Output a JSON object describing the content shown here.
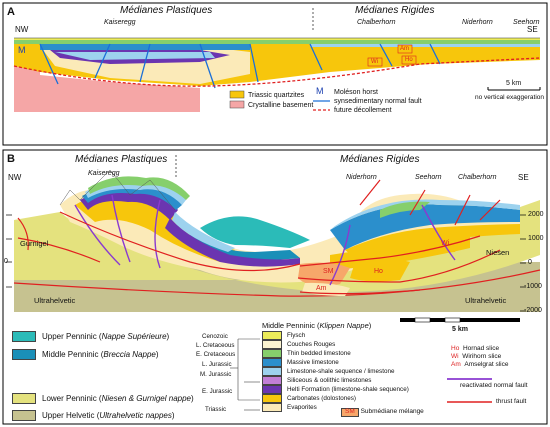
{
  "panelA": {
    "letter": "A",
    "title_left": "Médianes Plastiques",
    "title_right": "Médianes Rigides",
    "nw": "NW",
    "se": "SE",
    "places": {
      "kaiseregg": "Kaiseregg",
      "chalberhorn": "Chalberhorn",
      "niderhorn": "Niderhorn",
      "seehorn": "Seehorn"
    },
    "tag_m": "M",
    "slices": {
      "am": "Am",
      "wi": "Wi",
      "ho": "Ho"
    },
    "legend": {
      "moleson_m": "M",
      "moleson": "Moléson horst",
      "syn_fault": "synsedimentary normal fault",
      "decollement": "future décollement",
      "triassic": "Triassic quartzites",
      "crystalline": "Crystalline basement"
    },
    "scale": "5 km",
    "exaggeration": "no vertical exaggeration"
  },
  "panelB": {
    "letter": "B",
    "title_left": "Médianes Plastiques",
    "title_right": "Médianes Rigides",
    "nw": "NW",
    "se": "SE",
    "places": {
      "kaiseregg": "Kaiseregg",
      "niderhorn": "Niderhorn",
      "seehorn": "Seehorn",
      "chalberhorn": "Chalberhorn"
    },
    "units": {
      "gurnigel": "Gurnigel",
      "niesen": "Niesen",
      "ultra_left": "Ultrahelvetic",
      "ultra_right": "Ultrahelvetic"
    },
    "slices": {
      "sm": "SM",
      "ho": "Ho",
      "wi": "Wi",
      "am": "Am"
    },
    "axis_left": [
      "0"
    ],
    "axis_right": [
      "2000",
      "1000",
      "0",
      "-1000",
      "-2000"
    ],
    "scale": "5 km"
  },
  "legend_left": [
    {
      "name": "Upper Penninic",
      "sub": "Nappe Supérieure",
      "color": "#2bbbb8"
    },
    {
      "name": "Middle Penninic",
      "sub": "Breccia Nappe",
      "color": "#1a8fb8"
    },
    {
      "name": "Lower Penninic",
      "sub": "Niesen & Gurnigel nappe",
      "color": "#e4e27e"
    },
    {
      "name": "Upper Helvetic",
      "sub": "Ultrahelvetic nappes",
      "color": "#c6c290"
    }
  ],
  "legend_middle": {
    "title": "Middle Penninic (",
    "title_italic": "Klippen Nappe",
    "title_end": ")",
    "ages": [
      "Cenozoic",
      "L. Cretaceous",
      "E. Cretaceous",
      "L. Jurassic",
      "M. Jurassic",
      "E. Jurassic",
      "Triassic"
    ],
    "items": [
      {
        "label": "Flysch",
        "color": "#ecec5a"
      },
      {
        "label": "Couches Rouges",
        "color": "#fbf3d0"
      },
      {
        "label": "Thin bedded limestone",
        "color": "#86cf6c"
      },
      {
        "label": "Massive limestone",
        "color": "#2b8fcc"
      },
      {
        "label": "Limestone-shale sequence / limestone",
        "color": "#9dd2ee"
      },
      {
        "label": "Siliceous & oolithic limestones",
        "color": "#c27fd6"
      },
      {
        "label": "Helti Formation (limestone-shale sequence)",
        "color": "#6b35b0"
      },
      {
        "label": "Carbonates (dolostones)",
        "color": "#f7c60c"
      },
      {
        "label": "Evaporites",
        "color": "#fbeab8"
      }
    ],
    "sm_box": "SM",
    "sm_label": "Submédiane mélange"
  },
  "legend_right": {
    "ho": "Ho",
    "ho_label": "Hornad slice",
    "wi": "Wi",
    "wi_label": "Wirihorn slice",
    "am": "Am",
    "am_label": "Amselgrat slice",
    "reactivated": "reactivated normal fault",
    "thrust": "thrust fault"
  },
  "colors": {
    "slice_red": "#d22",
    "fault_purple": "#8a3ad0",
    "fault_blue": "#1a6fd8",
    "frame": "#000"
  }
}
